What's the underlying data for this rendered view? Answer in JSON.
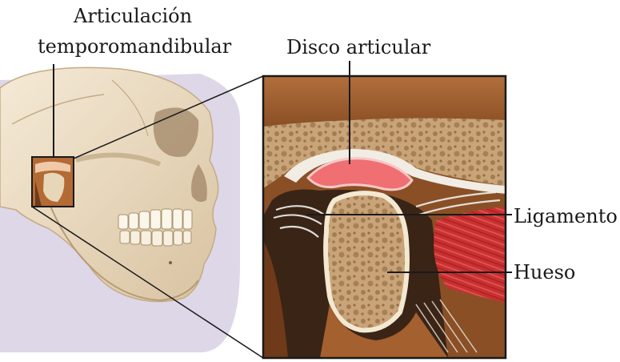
{
  "labels": {
    "joint_line1": "Articulación",
    "joint_line2": "temporomandibular",
    "disc": "Disco articular",
    "ligament": "Ligamento",
    "bone": "Hueso"
  },
  "colors": {
    "background": "#ffffff",
    "skull_bone": "#eedfc8",
    "shadow": "#d9d3e6",
    "disc": "#ef6f73",
    "muscle": "#c93030",
    "leader_line": "#1a1a1a"
  }
}
